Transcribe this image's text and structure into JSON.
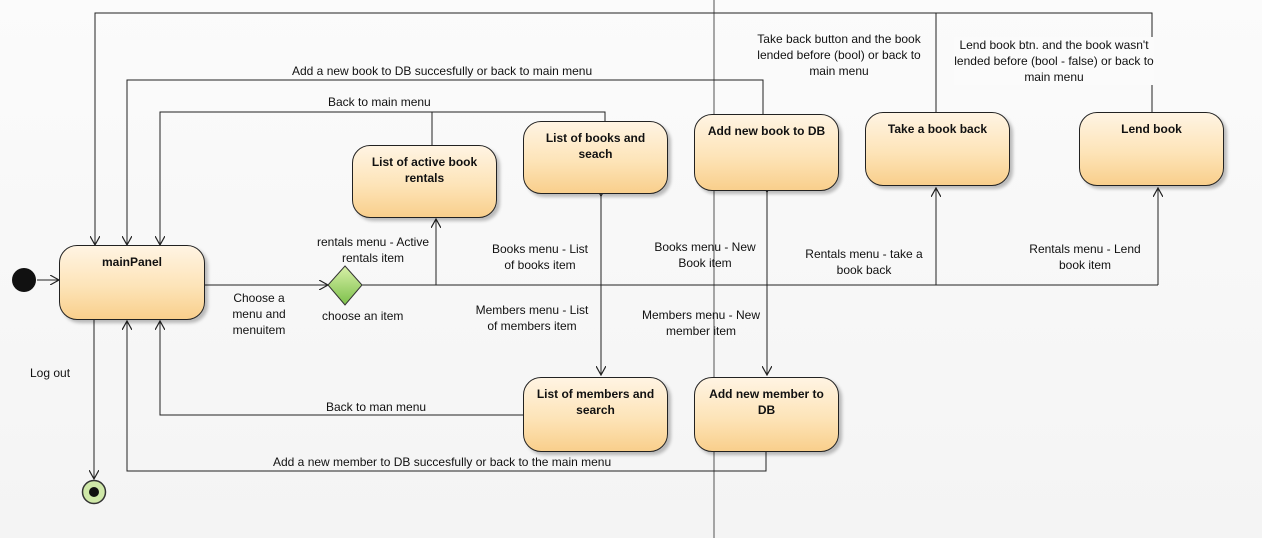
{
  "nodes": {
    "main_panel": "mainPanel",
    "active_rentals": "List of active book rentals",
    "books_search": "List of books and seach",
    "add_book": "Add new book to DB",
    "take_back": "Take a book back",
    "lend_book": "Lend book",
    "members_search": "List of members and search",
    "add_member": "Add new member to DB"
  },
  "decision": {
    "label": "choose an item"
  },
  "edges": {
    "choose_menu": "Choose a menu and menuitem",
    "rentals_active": "rentals menu - Active rentals item",
    "books_list": "Books menu - List of books item",
    "books_new": "Books menu -  New Book item",
    "rentals_take": "Rentals menu - take a book back",
    "rentals_lend": "Rentals menu - Lend book item",
    "members_list": "Members menu - List of members item",
    "members_new": "Members menu  - New member item",
    "log_out": "Log out",
    "back_to_main": "Back to main menu",
    "back_to_man": "Back to man menu",
    "add_book_back": "Add a new book to DB succesfully or back to main menu",
    "add_member_back": "Add a new member to DB succesfully or back to the main menu",
    "take_back_return": "Take back button and the book lended before (bool) or back to main menu",
    "lend_return": "Lend book btn. and the book wasn't lended before (bool - false) or back to main menu"
  }
}
